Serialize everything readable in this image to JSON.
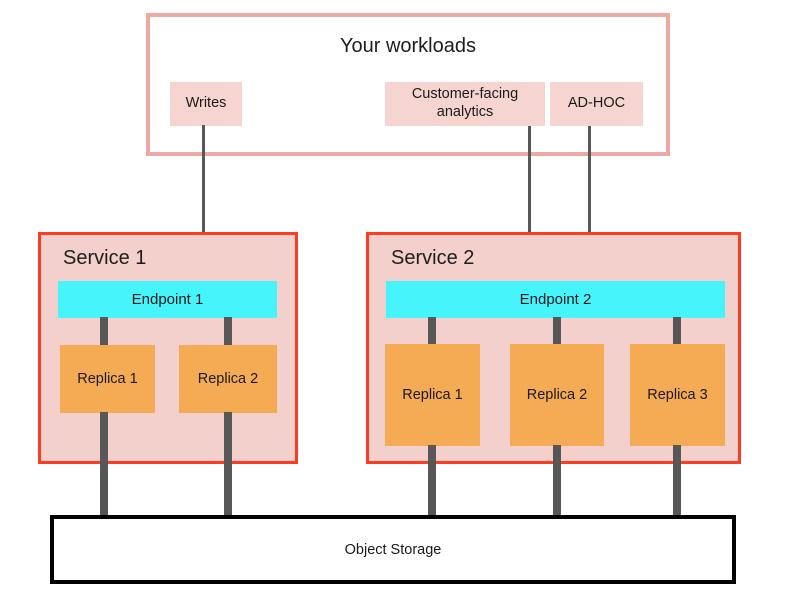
{
  "diagram": {
    "title": "Your workloads",
    "background": "#ffffff"
  },
  "colors": {
    "workload_border": "#eda9a4",
    "chip_fill": "#f6d5d1",
    "service_fill": "#f4d0cd",
    "service_border": "#fc3d21",
    "endpoint_fill": "#46f4fb",
    "replica_fill": "#f5ab53",
    "storage_border": "#000000",
    "connector": "#575757"
  },
  "workloads": {
    "title": "Your workloads",
    "chips": [
      {
        "id": "writes",
        "label": "Writes"
      },
      {
        "id": "analytics",
        "label": "Customer-facing analytics"
      },
      {
        "id": "adhoc",
        "label": "AD-HOC"
      }
    ]
  },
  "services": [
    {
      "id": "service-1",
      "label": "Service 1",
      "endpoint": "Endpoint 1",
      "replicas": [
        "Replica 1",
        "Replica 2"
      ]
    },
    {
      "id": "service-2",
      "label": "Service 2",
      "endpoint": "Endpoint 2",
      "replicas": [
        "Replica 1",
        "Replica 2",
        "Replica 3"
      ]
    }
  ],
  "storage": {
    "label": "Object Storage"
  },
  "edges": [
    {
      "from": "Writes",
      "to": "Endpoint 1",
      "style": "arrow"
    },
    {
      "from": "Customer-facing analytics",
      "to": "Endpoint 2",
      "style": "arrow"
    },
    {
      "from": "AD-HOC",
      "to": "Endpoint 2",
      "style": "arrow"
    },
    {
      "from": "Endpoint 1",
      "to": "Service 1 Replica 1",
      "style": "link"
    },
    {
      "from": "Endpoint 1",
      "to": "Service 1 Replica 2",
      "style": "link"
    },
    {
      "from": "Endpoint 2",
      "to": "Service 2 Replica 1",
      "style": "link"
    },
    {
      "from": "Endpoint 2",
      "to": "Service 2 Replica 2",
      "style": "link"
    },
    {
      "from": "Endpoint 2",
      "to": "Service 2 Replica 3",
      "style": "link"
    },
    {
      "from": "Service 1 Replica 1",
      "to": "Object Storage",
      "style": "link"
    },
    {
      "from": "Service 1 Replica 2",
      "to": "Object Storage",
      "style": "link"
    },
    {
      "from": "Service 2 Replica 1",
      "to": "Object Storage",
      "style": "link"
    },
    {
      "from": "Service 2 Replica 2",
      "to": "Object Storage",
      "style": "link"
    },
    {
      "from": "Service 2 Replica 3",
      "to": "Object Storage",
      "style": "link"
    }
  ]
}
